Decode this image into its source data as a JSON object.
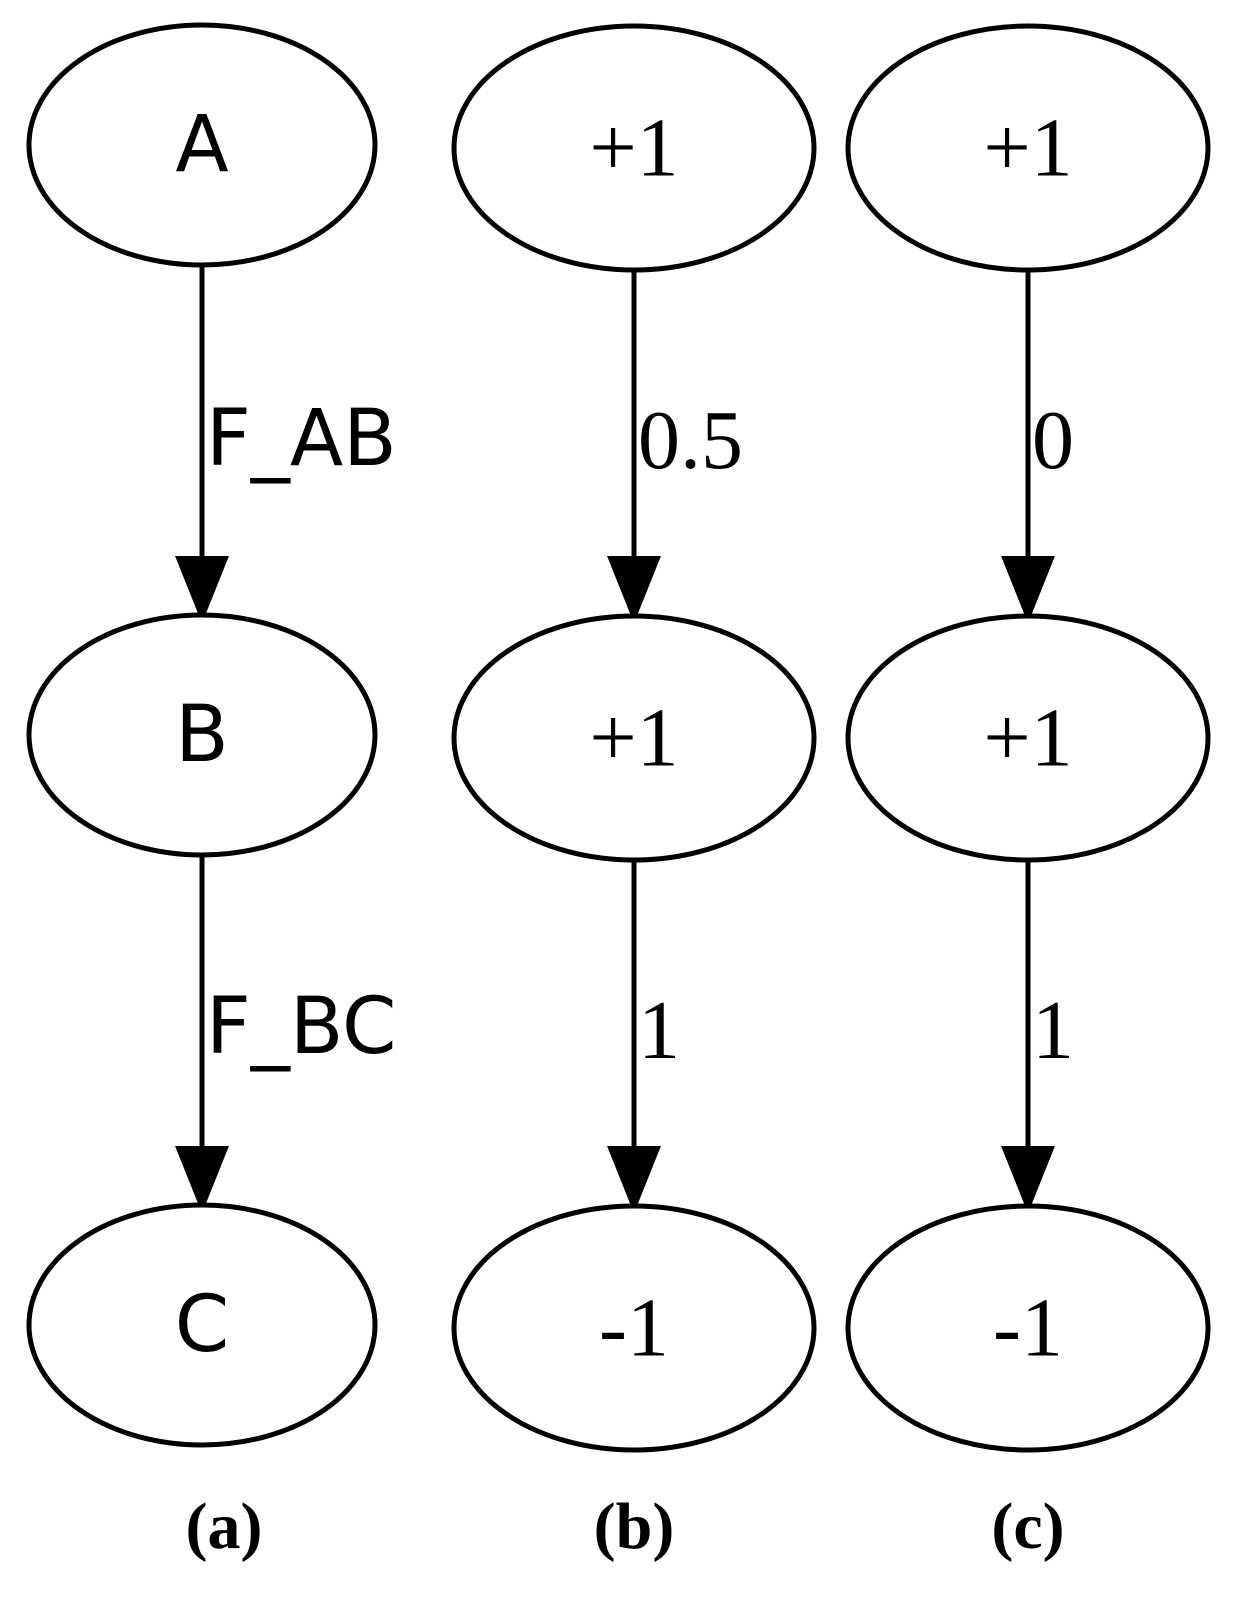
{
  "panels": [
    {
      "caption": "(a)",
      "font": "sans",
      "nodes": [
        "A",
        "B",
        "C"
      ],
      "edges": [
        "F_AB",
        "F_BC"
      ]
    },
    {
      "caption": "(b)",
      "font": "serif",
      "nodes": [
        "+1",
        "+1",
        "-1"
      ],
      "edges": [
        "0.5",
        "1"
      ]
    },
    {
      "caption": "(c)",
      "font": "serif",
      "nodes": [
        "+1",
        "+1",
        "-1"
      ],
      "edges": [
        "0",
        "1"
      ]
    }
  ],
  "colors": {
    "stroke": "#000000",
    "fill": "#ffffff"
  }
}
